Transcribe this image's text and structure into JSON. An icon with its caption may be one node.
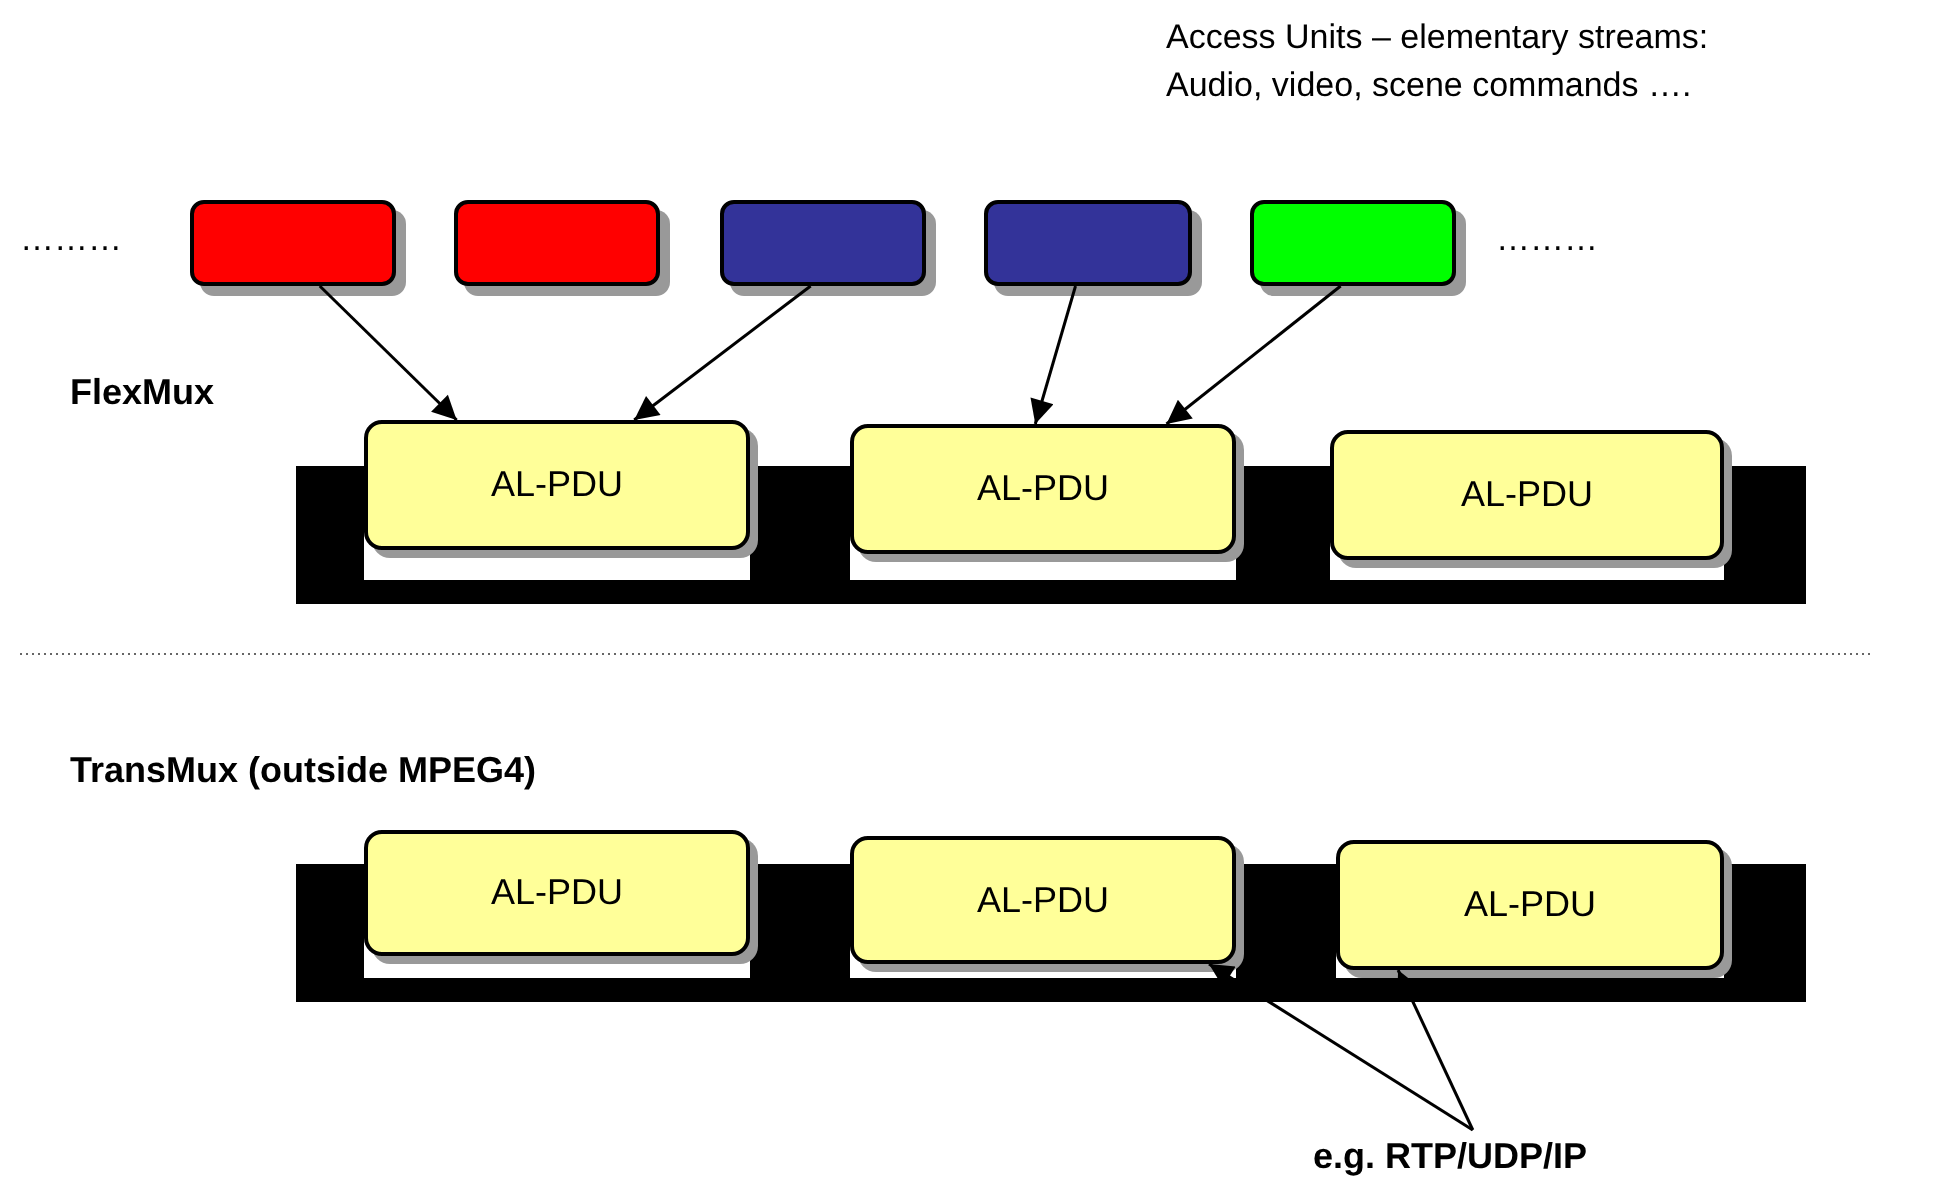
{
  "diagram": {
    "nodes": [
      {
        "text": [],
        "shape": "box"
      },
      {
        "text": [],
        "shape": "box"
      },
      {
        "text": [],
        "shape": "box"
      },
      {
        "text": [],
        "shape": "box"
      },
      {
        "text": [],
        "shape": "box"
      },
      {
        "text": [
          "AL-PDU"
        ]
      },
      {
        "text": [
          "AL-PDU"
        ]
      },
      {
        "text": [
          "AL-PDU"
        ]
      },
      {
        "text": [
          "AL-PDU"
        ]
      },
      {
        "text": [
          "AL-PDU"
        ]
      },
      {
        "text": [
          "AL-PDU"
        ]
      },
      {
        "text": [
          "e.g. RTP/UDP/IP"
        ]
      }
    ],
    "edges": [
      {
        "from": 0,
        "to": 5,
        "arrow": "to"
      },
      {
        "from": 2,
        "to": 5,
        "arrow": "to"
      },
      {
        "from": 3,
        "to": 6,
        "arrow": "to"
      },
      {
        "from": 4,
        "to": 6,
        "arrow": "to"
      },
      {
        "from": 11,
        "to": 9,
        "arrow": "to"
      },
      {
        "from": 11,
        "to": 10,
        "arrow": "to"
      }
    ],
    "labels": [
      "Access Units – elementary streams:",
      "Audio, video, scene commands ….",
      "………",
      "………",
      "FlexMux",
      "TransMux (outside MPEG4)"
    ]
  }
}
